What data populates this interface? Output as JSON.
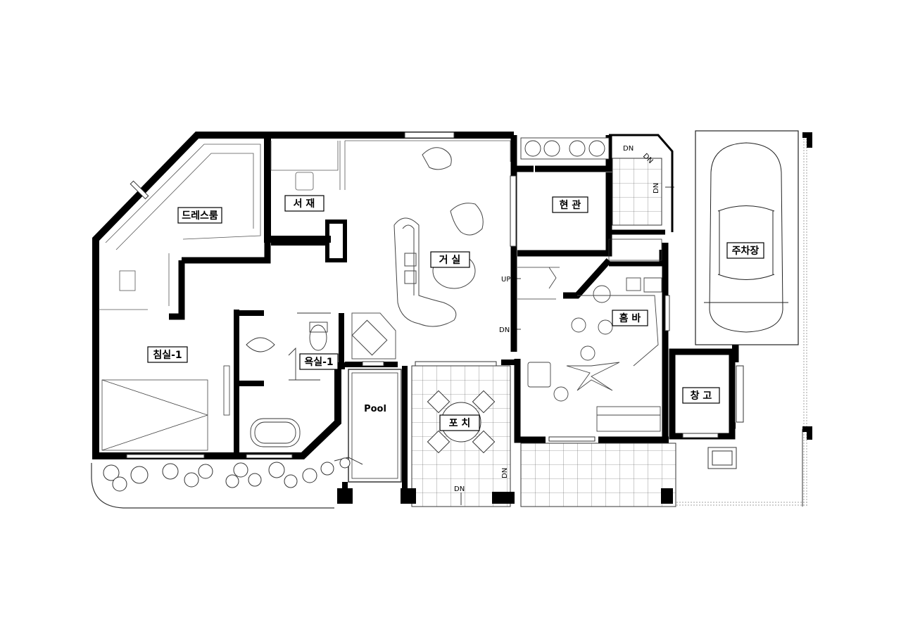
{
  "rooms": {
    "dressroom": "드레스룸",
    "study": "서 재",
    "living": "거 실",
    "entrance": "현 관",
    "parking": "주차장",
    "bedroom": "침실-1",
    "bathroom": "욕실-1",
    "homebar": "홈 바",
    "storage": "창 고",
    "pool": "Pool",
    "porch": "포 치"
  },
  "stairs": {
    "up": "UP",
    "dn_stair": "DN",
    "dn_porch": "DN",
    "dn_bottom": "DN",
    "dn_entry_1": "DN",
    "dn_entry_2": "DN",
    "dn_entry_3": "DN"
  }
}
